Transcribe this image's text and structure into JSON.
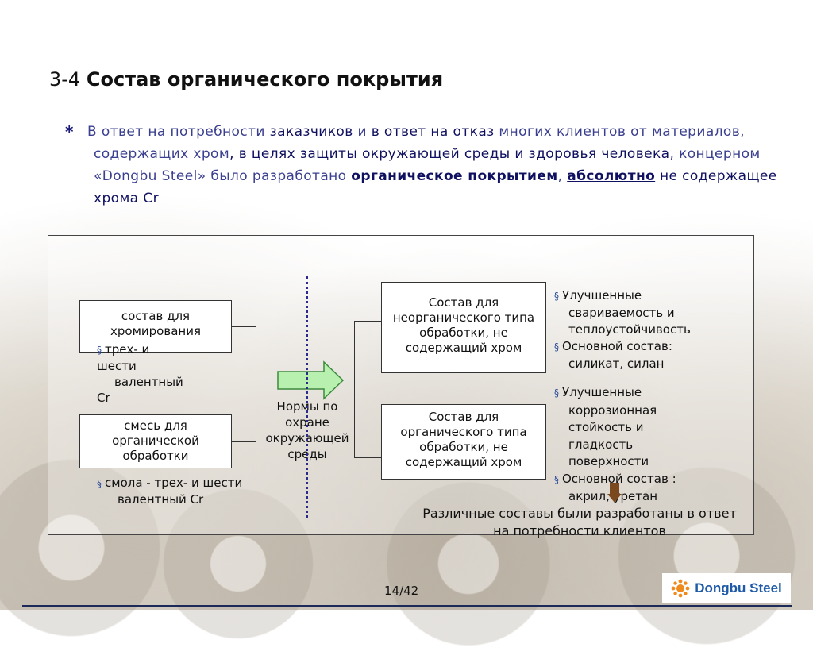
{
  "header": {
    "number": "3-4",
    "title": "Состав органического покрытия"
  },
  "intro": {
    "star": "*",
    "s1": "В ответ на потребности ",
    "s2": "заказчиков",
    "s3": " и ",
    "s4": "в ответ на отказ",
    "s5": " многих клиентов от материалов, содержащих хром",
    "s6": ", в целях защиты окружающей среды и здоровья человека",
    "s7": ", концерном «Dongbu Steel» было разработано ",
    "s8": "органическое покрытием",
    "s9": ", ",
    "s10": "абсолютно",
    "s11": " не содержащее хрома Cr"
  },
  "diagram": {
    "box_chrome": "состав для хромирования",
    "note_chrome": [
      "трех- и",
      "шести",
      "валентный",
      "Cr"
    ],
    "box_organic_mix": "смесь для органической обработки",
    "note_organic": [
      "смола - трех- и шести",
      "валентный Cr"
    ],
    "norms": [
      "Нормы по",
      "охране",
      "окружающей",
      "среды"
    ],
    "box_inorganic": "Состав для неорганического типа обработки, не содержащий хром",
    "box_organic": "Состав для органического типа обработки, не содержащий хром",
    "list_inorganic": [
      [
        "Улучшенные",
        "свариваемость и",
        "теплоустойчивость"
      ],
      [
        "Основной состав:",
        "силикат, силан"
      ]
    ],
    "list_organic": [
      [
        "Улучшенные",
        "коррозионная",
        "стойкость и",
        "гладкость",
        "поверхности"
      ],
      [
        "Основной состав :",
        "акрил, уретан"
      ]
    ],
    "conclusion": "Различные составы были разработаны в ответ на потребности клиентов",
    "bullet_symbol": "§"
  },
  "footer": {
    "page": "14/42",
    "logo_text": "Dongbu Steel"
  },
  "colors": {
    "accent": "#3a3f8f",
    "arrow_fill": "#b8f0b0",
    "arrow_stroke": "#3c8a3c",
    "logo": "#1e5aa8",
    "logo_sun": "#f08a1c"
  }
}
